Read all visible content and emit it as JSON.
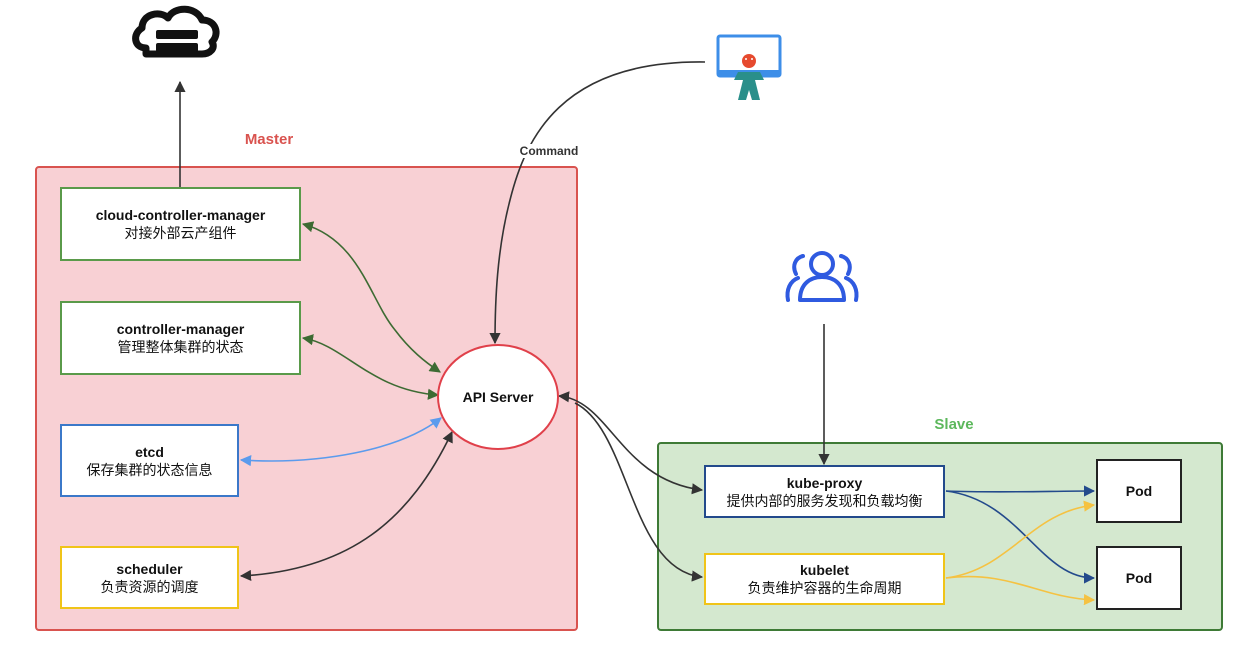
{
  "regions": {
    "master": {
      "label": "Master"
    },
    "slave": {
      "label": "Slave"
    }
  },
  "nodes": {
    "cloud_controller_manager": {
      "title": "cloud-controller-manager",
      "subtitle": "对接外部云产组件"
    },
    "controller_manager": {
      "title": "controller-manager",
      "subtitle": "管理整体集群的状态"
    },
    "etcd": {
      "title": "etcd",
      "subtitle": "保存集群的状态信息"
    },
    "scheduler": {
      "title": "scheduler",
      "subtitle": "负责资源的调度"
    },
    "api_server": {
      "title": "API Server"
    },
    "kube_proxy": {
      "title": "kube-proxy",
      "subtitle": "提供内部的服务发现和负载均衡"
    },
    "kubelet": {
      "title": "kubelet",
      "subtitle": "负责维护容器的生命周期"
    },
    "pod_1": {
      "title": "Pod"
    },
    "pod_2": {
      "title": "Pod"
    }
  },
  "edges": {
    "command_label": "Command"
  },
  "icons": {
    "cloud": "cloud-storage-icon",
    "admin": "admin-computer-icon",
    "users": "users-group-icon"
  },
  "colors": {
    "master_fill": "#f8d0d4",
    "master_border": "#d9534f",
    "slave_fill": "#d4e8cf",
    "slave_border": "#3e7a36",
    "green_arrow": "#3d6b33",
    "blue_arrow": "#5b9bed",
    "dark_blue_arrow": "#234a8c",
    "yellow_arrow": "#f5c242",
    "black_arrow": "#333333"
  }
}
